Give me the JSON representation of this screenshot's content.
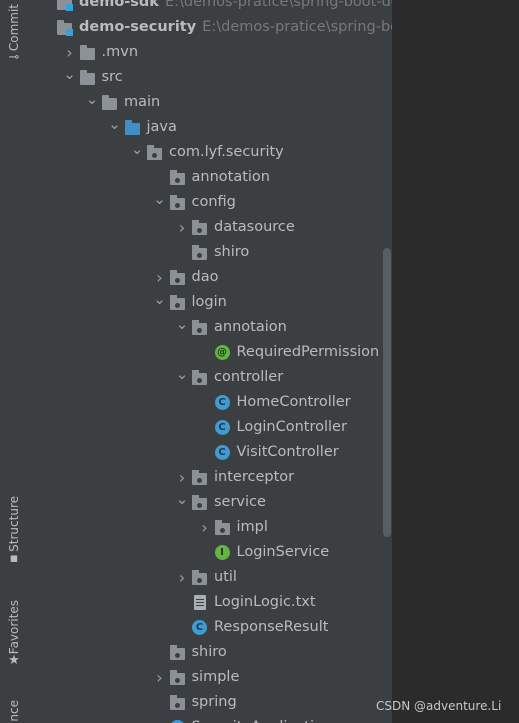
{
  "side_tabs": {
    "commit": "Commit",
    "structure": "Structure",
    "favorites": "Favorites",
    "bottom_cut": "nce"
  },
  "tree": [
    {
      "label": "demo-sdk",
      "path": "E:\\demos-pratice\\spring-boot-de",
      "bold": true,
      "icon": "module-icon",
      "depth": 0,
      "arrow": "none"
    },
    {
      "label": "demo-security",
      "path": "E:\\demos-pratice\\spring-boo",
      "bold": true,
      "icon": "module-icon",
      "depth": 0,
      "arrow": "none"
    },
    {
      "label": ".mvn",
      "icon": "folder-icon",
      "depth": 1,
      "arrow": "collapsed"
    },
    {
      "label": "src",
      "icon": "folder-icon",
      "depth": 1,
      "arrow": "expanded"
    },
    {
      "label": "main",
      "icon": "folder-icon",
      "depth": 2,
      "arrow": "expanded"
    },
    {
      "label": "java",
      "icon": "source-folder-icon",
      "depth": 3,
      "arrow": "expanded"
    },
    {
      "label": "com.lyf.security",
      "icon": "package-icon",
      "depth": 4,
      "arrow": "expanded"
    },
    {
      "label": "annotation",
      "icon": "package-icon",
      "depth": 5,
      "arrow": "none"
    },
    {
      "label": "config",
      "icon": "package-icon",
      "depth": 5,
      "arrow": "expanded"
    },
    {
      "label": "datasource",
      "icon": "package-icon",
      "depth": 6,
      "arrow": "collapsed"
    },
    {
      "label": "shiro",
      "icon": "package-icon",
      "depth": 6,
      "arrow": "none"
    },
    {
      "label": "dao",
      "icon": "package-icon",
      "depth": 5,
      "arrow": "collapsed"
    },
    {
      "label": "login",
      "icon": "package-icon",
      "depth": 5,
      "arrow": "expanded"
    },
    {
      "label": "annotaion",
      "icon": "package-icon",
      "depth": 6,
      "arrow": "expanded"
    },
    {
      "label": "RequiredPermission",
      "icon": "annotation-icon",
      "glyph": "@",
      "depth": 7,
      "arrow": "none"
    },
    {
      "label": "controller",
      "icon": "package-icon",
      "depth": 6,
      "arrow": "expanded"
    },
    {
      "label": "HomeController",
      "icon": "class-icon",
      "glyph": "C",
      "depth": 7,
      "arrow": "none"
    },
    {
      "label": "LoginController",
      "icon": "class-icon",
      "glyph": "C",
      "depth": 7,
      "arrow": "none"
    },
    {
      "label": "VisitController",
      "icon": "class-icon",
      "glyph": "C",
      "depth": 7,
      "arrow": "none"
    },
    {
      "label": "interceptor",
      "icon": "package-icon",
      "depth": 6,
      "arrow": "collapsed"
    },
    {
      "label": "service",
      "icon": "package-icon",
      "depth": 6,
      "arrow": "expanded"
    },
    {
      "label": "impl",
      "icon": "package-icon",
      "depth": 7,
      "arrow": "collapsed"
    },
    {
      "label": "LoginService",
      "icon": "interface-icon",
      "glyph": "I",
      "depth": 7,
      "arrow": "none"
    },
    {
      "label": "util",
      "icon": "package-icon",
      "depth": 6,
      "arrow": "collapsed"
    },
    {
      "label": "LoginLogic.txt",
      "icon": "text-file-icon",
      "depth": 6,
      "arrow": "none"
    },
    {
      "label": "ResponseResult",
      "icon": "class-icon",
      "glyph": "C",
      "depth": 6,
      "arrow": "none"
    },
    {
      "label": "shiro",
      "icon": "package-icon",
      "depth": 5,
      "arrow": "none"
    },
    {
      "label": "simple",
      "icon": "package-icon",
      "depth": 5,
      "arrow": "collapsed"
    },
    {
      "label": "spring",
      "icon": "package-icon",
      "depth": 5,
      "arrow": "none"
    },
    {
      "label": "SecurityApplication",
      "icon": "class-icon",
      "glyph": "C",
      "depth": 5,
      "arrow": "none"
    }
  ],
  "watermark": "CSDN @adventure.Li"
}
